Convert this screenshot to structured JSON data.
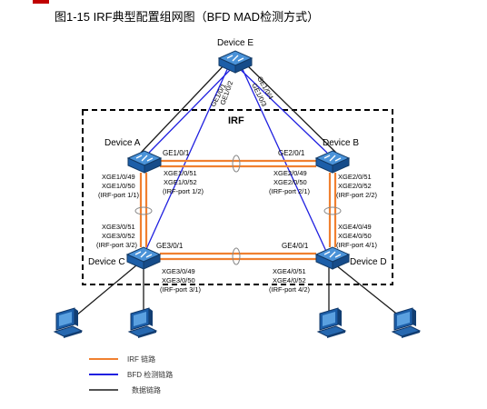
{
  "figure": {
    "caption": "图1-15 IRF典型配置组网图（BFD MAD检测方式）",
    "irf_label": "IRF"
  },
  "colors": {
    "irf_link": "#f08030",
    "bfd_link": "#2020e0",
    "data_link": "#1a1a1a",
    "device": "#1f6fc0",
    "frame": "#000000"
  },
  "devices": {
    "e": "Device E",
    "a": "Device A",
    "b": "Device B",
    "c": "Device C",
    "d": "Device D"
  },
  "port_labels": {
    "e_ge1": "GE1/0/1",
    "e_ge2": "GE1/0/2",
    "e_ge3": "GE1/0/3",
    "e_ge4": "GE1/0/4",
    "a_ge": "GE1/0/1",
    "b_ge": "GE2/0/1",
    "c_ge": "GE3/0/1",
    "d_ge": "GE4/0/1"
  },
  "irf_ports": {
    "a_down": [
      "XGE1/0/49",
      "XGE1/0/50",
      "(IRF-port 1/1)"
    ],
    "a_right": [
      "XGE1/0/51",
      "XGE1/0/52",
      "(IRF-port 1/2)"
    ],
    "b_left": [
      "XGE2/0/49",
      "XGE2/0/50",
      "(IRF-port 2/1)"
    ],
    "b_down": [
      "XGE2/0/51",
      "XGE2/0/52",
      "(IRF-port 2/2)"
    ],
    "c_up": [
      "XGE3/0/51",
      "XGE3/0/52",
      "(IRF-port 3/2)"
    ],
    "c_right": [
      "XGE3/0/49",
      "XGE3/0/50",
      "(IRF-port 3/1)"
    ],
    "d_up": [
      "XGE4/0/49",
      "XGE4/0/50",
      "(IRF-port 4/1)"
    ],
    "d_left": [
      "XGE4/0/51",
      "XGE4/0/52",
      "(IRF-port 4/2)"
    ]
  },
  "legend": [
    {
      "label": "IRF 链路",
      "color": "#f08030"
    },
    {
      "label": "BFD 检测链路",
      "color": "#2020e0"
    },
    {
      "label": "数据链路",
      "color": "#1a1a1a"
    }
  ]
}
